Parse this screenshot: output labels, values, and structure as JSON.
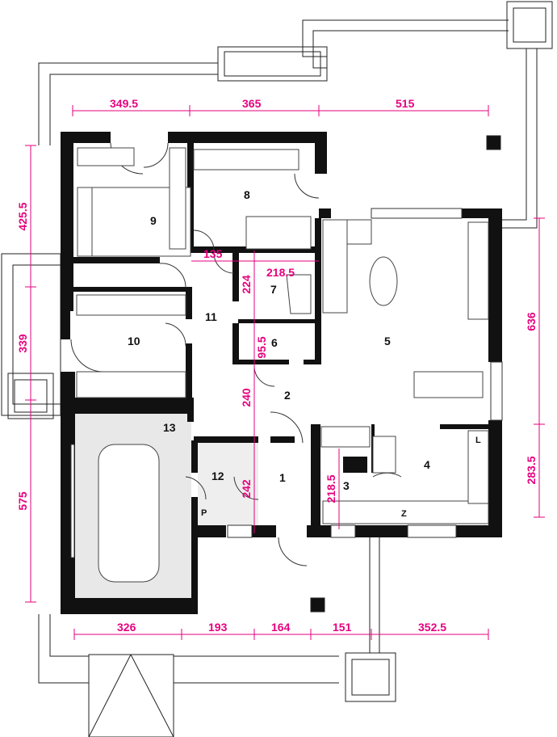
{
  "colors": {
    "dimension": "#e6007e",
    "wall": "#111111",
    "garage_floor": "#e8e8e8"
  },
  "dimensions": {
    "top": [
      "349.5",
      "365",
      "515"
    ],
    "bottom": [
      "326",
      "193",
      "164",
      "151",
      "352.5"
    ],
    "left": [
      "425.5",
      "339",
      "575"
    ],
    "right": [
      "636",
      "283.5"
    ],
    "interior": {
      "hall_width": "135",
      "bath_width": "218.5",
      "bath_depth": "224",
      "wc_depth": "95.5",
      "corridor": "240",
      "utility_depth": "242",
      "pantry_depth": "218.5"
    }
  },
  "rooms": [
    "1",
    "2",
    "3",
    "4",
    "5",
    "6",
    "7",
    "8",
    "9",
    "10",
    "11",
    "12",
    "13"
  ],
  "fixture_labels": {
    "boiler": "P",
    "fridge": "Z",
    "cabinet": "L"
  }
}
